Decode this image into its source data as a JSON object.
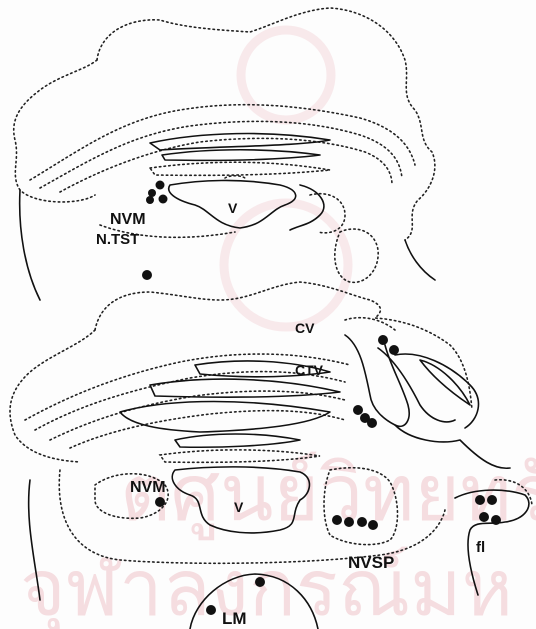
{
  "colors": {
    "ink": "#111111",
    "watermark": "#f3d9dd",
    "paper": "#fdfdfd"
  },
  "labels": {
    "nvm_top": "NVM",
    "v_top": "V",
    "ntst": "N.TST",
    "cv": "CV",
    "ctv": "CTV",
    "nvm_bottom": "NVM",
    "v_bottom": "V",
    "nvsp": "NVSP",
    "fl": "fl",
    "lm": "LM"
  },
  "watermark": {
    "text_upper": "ตศูนย์วิทยทรั",
    "text_lower": "จุฬาลงกรณ์มห"
  }
}
